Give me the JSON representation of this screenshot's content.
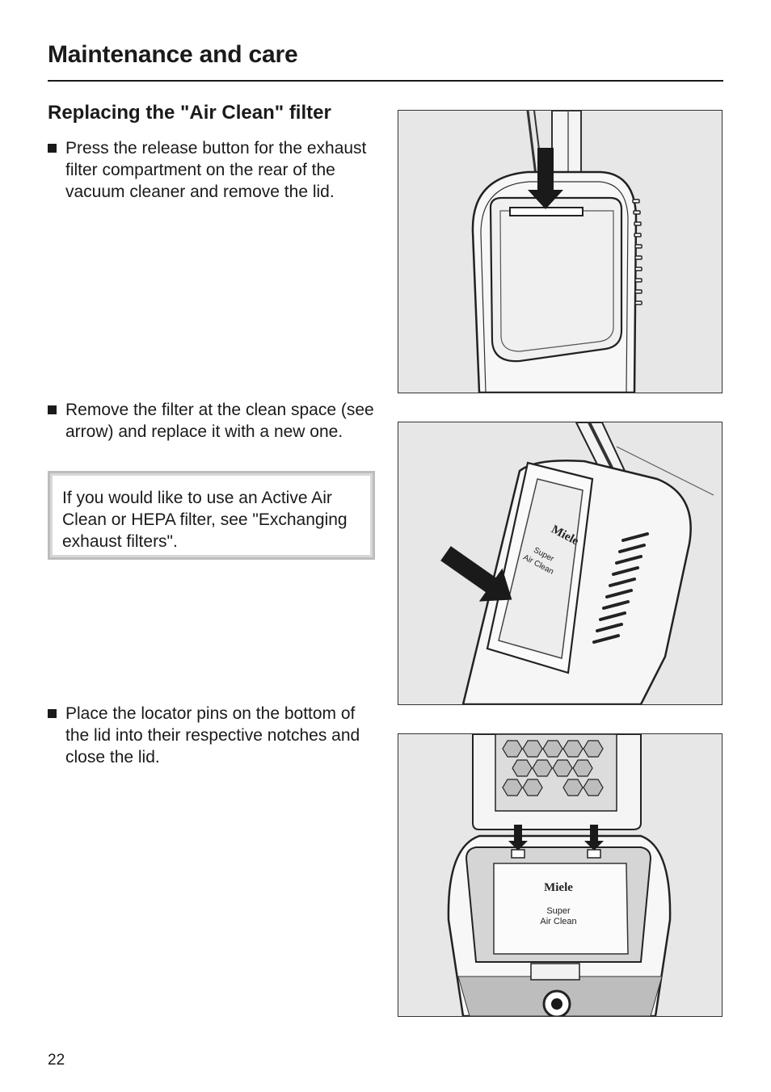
{
  "header": {
    "section_title": "Maintenance and care"
  },
  "content": {
    "subtitle": "Replacing the \"Air Clean\" filter",
    "steps": [
      {
        "text": "Press the release button for the exhaust filter compartment on the rear of the vacuum cleaner and remove the lid."
      },
      {
        "text": "Remove the filter at the clean space (see arrow) and replace it with a new one."
      },
      {
        "text": "Place the locator pins on the bottom of the lid into their respective notches and close the lid."
      }
    ],
    "note": "If you would like to use an  Active Air Clean or HEPA filter, see \"Exchanging exhaust filters\"."
  },
  "figures": {
    "fig2": {
      "brand": "Miele",
      "line1": "Super",
      "line2": "Air Clean"
    },
    "fig3": {
      "brand": "Miele",
      "line1": "Super",
      "line2": "Air Clean"
    }
  },
  "footer": {
    "page_number": "22"
  }
}
